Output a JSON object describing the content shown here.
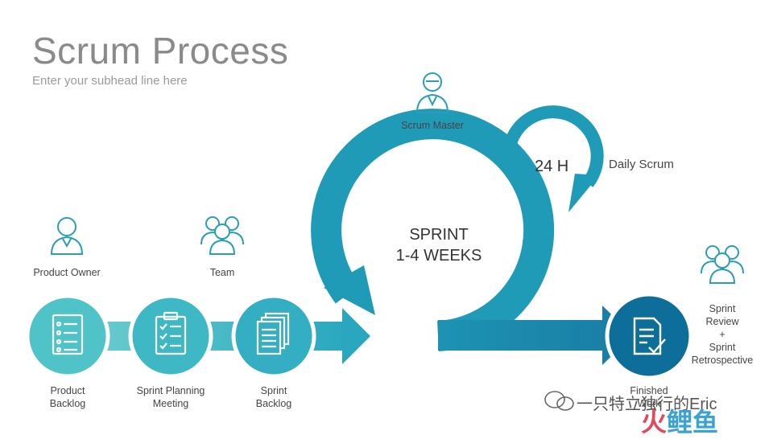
{
  "title": "Scrum Process",
  "subtitle": "Enter your subhead line here",
  "roles": {
    "scrum_master": "Scrum Master",
    "product_owner": "Product Owner",
    "team": "Team"
  },
  "steps": {
    "product_backlog": "Product\nBacklog",
    "sprint_planning": "Sprint Planning\nMeeting",
    "sprint_backlog": "Sprint\nBacklog",
    "finished_work": "Finished\nWork"
  },
  "sprint": {
    "line1": "SPRINT",
    "line2": "1-4 WEEKS"
  },
  "daily": {
    "duration": "24 H",
    "label": "Daily Scrum"
  },
  "review": [
    "Sprint",
    "Review",
    "+",
    "Sprint",
    "Retrospective"
  ],
  "watermark": {
    "text": "一只特立独行的Eric",
    "logo": "火鲤鱼"
  },
  "colors": {
    "teal_light": "#4fc3c8",
    "teal_mid": "#2aa7bf",
    "teal_dark": "#0d6e9a",
    "icon_stroke": "#2b9db4"
  },
  "icons": [
    "person-icon",
    "team-icon",
    "checklist-icon",
    "document-stack-icon",
    "task-done-icon"
  ]
}
